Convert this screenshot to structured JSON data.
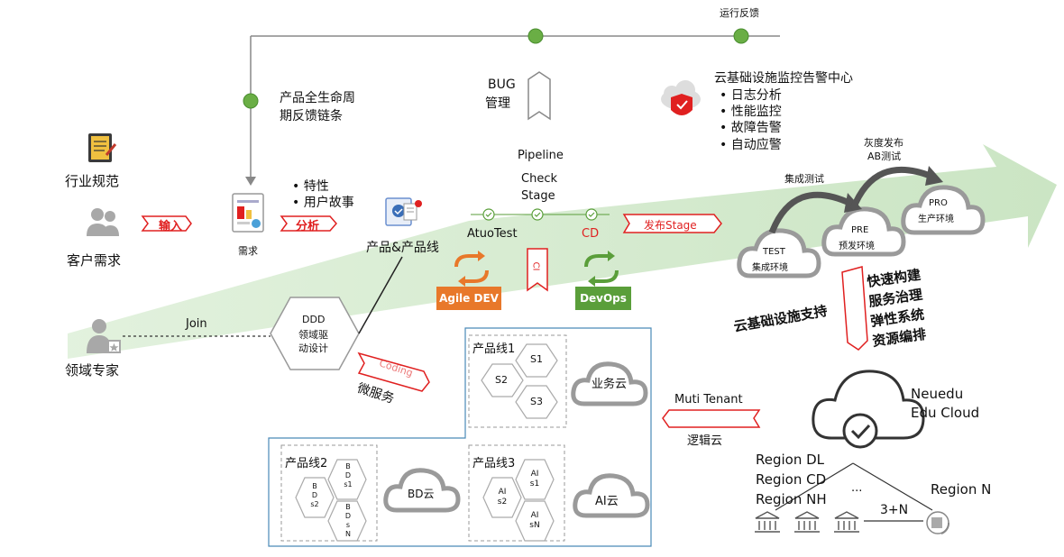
{
  "feedback": {
    "run_feedback": "运行反馈",
    "lifecycle_line1": "产品全生命周",
    "lifecycle_line2": "期反馈链条"
  },
  "left": {
    "industry_standard": "行业规范",
    "customer_demand": "客户需求",
    "domain_expert": "领域专家",
    "input_label": "输入",
    "demand_label": "需求",
    "analysis_label": "分析",
    "join_label": "Join",
    "features": [
      "特性",
      "用户故事"
    ]
  },
  "product": {
    "product_line_label": "产品&产品线",
    "ddd_line1": "DDD",
    "ddd_line2": "领域驱",
    "ddd_line3": "动设计",
    "coding_label": "Coding",
    "microservice_label": "微服务"
  },
  "pipeline": {
    "bug_line1": "BUG",
    "bug_line2": "管理",
    "pipeline_line1": "Pipeline",
    "pipeline_line2": "Check",
    "pipeline_line3": "Stage",
    "autotest": "AtuoTest",
    "cd": "CD",
    "ci": "CI",
    "release_stage": "发布Stage",
    "agile_dev": "Agile DEV",
    "devops": "DevOps"
  },
  "monitoring": {
    "title": "云基础设施监控告警中心",
    "items": [
      "日志分析",
      "性能监控",
      "故障告警",
      "自动应警"
    ]
  },
  "environments": {
    "gray_line1": "灰度发布",
    "gray_line2": "AB测试",
    "integration_test": "集成测试",
    "test_line1": "TEST",
    "test_line2": "集成环境",
    "pre_line1": "PRE",
    "pre_line2": "预发环境",
    "pro_line1": "PRO",
    "pro_line2": "生产环境"
  },
  "infra": {
    "support": "云基础设施支持",
    "capabilities": [
      "快速构建",
      "服务治理",
      "弹性系统",
      "资源编排"
    ]
  },
  "product_lines": {
    "pl1": {
      "title": "产品线1",
      "hexes": [
        "S1",
        "S2",
        "S3"
      ],
      "cloud": "业务云"
    },
    "pl2": {
      "title": "产品线2",
      "hexes": [
        "B\nD\ns2",
        "B\nD\ns1",
        "B\nD\ns\nN"
      ],
      "cloud": "BD云"
    },
    "pl3": {
      "title": "产品线3",
      "hexes": [
        "AI\ns2",
        "AI\ns1",
        "AI\nsN"
      ],
      "cloud": "AI云"
    }
  },
  "tenant": {
    "muti_tenant": "Muti Tenant",
    "logical_cloud": "逻辑云"
  },
  "cloud": {
    "name_line1": "Neuedu",
    "name_line2": "Edu Cloud",
    "regions": [
      "Region DL",
      "Region CD",
      "Region NH"
    ],
    "ellipsis": "...",
    "region_n": "Region N",
    "count": "3+N"
  },
  "colors": {
    "green_band": "#cfe6c8",
    "node_green": "#6aae45",
    "red": "#e02020",
    "orange": "#e8782a",
    "devops_green": "#5a9e3a",
    "cloud_gray": "#9a9a9a"
  }
}
